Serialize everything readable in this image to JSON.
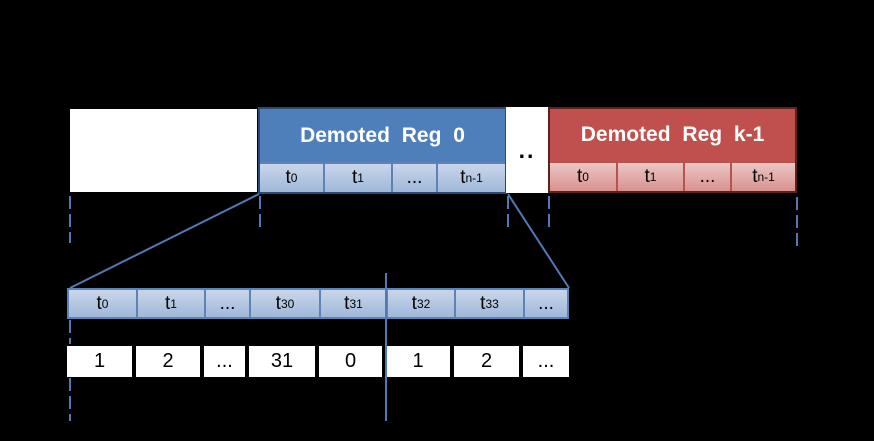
{
  "palette": {
    "background": "#000000",
    "blue_header": "#4e7fbb",
    "blue_border": "#2a4a73",
    "blue_cell_top": "#c9d6ea",
    "blue_cell_bottom": "#9fb8d9",
    "blue_cell_border": "#5b83b5",
    "red_header": "#c0504d",
    "red_border": "#5f2120",
    "red_cell_top": "#ecc6c4",
    "red_cell_bottom": "#d8928f",
    "red_cell_border": "#b5534f",
    "guide_blue": "#4f7ab3",
    "box_white": "#ffffff",
    "text_dark": "#000000",
    "text_light": "#ffffff"
  },
  "main_row": {
    "reg0": {
      "title": "Demoted Reg 0",
      "slots": [
        {
          "base": "t",
          "sub": "0"
        },
        {
          "base": "t",
          "sub": "1"
        },
        {
          "base": "...",
          "sub": ""
        },
        {
          "base": "t",
          "sub": "n-1"
        }
      ]
    },
    "gap_label": "..",
    "regk": {
      "title": "Demoted Reg k-1",
      "slots": [
        {
          "base": "t",
          "sub": "0"
        },
        {
          "base": "t",
          "sub": "1"
        },
        {
          "base": "...",
          "sub": ""
        },
        {
          "base": "t",
          "sub": "n-1"
        }
      ]
    }
  },
  "detail": {
    "slots": [
      {
        "base": "t",
        "sub": "0"
      },
      {
        "base": "t",
        "sub": "1"
      },
      {
        "base": "...",
        "sub": ""
      },
      {
        "base": "t",
        "sub": "30"
      },
      {
        "base": "t",
        "sub": "31"
      },
      {
        "base": "t",
        "sub": "32"
      },
      {
        "base": "t",
        "sub": "33"
      },
      {
        "base": "...",
        "sub": ""
      }
    ],
    "values": [
      "1",
      "2",
      "...",
      "31",
      "0",
      "1",
      "2",
      "..."
    ]
  }
}
